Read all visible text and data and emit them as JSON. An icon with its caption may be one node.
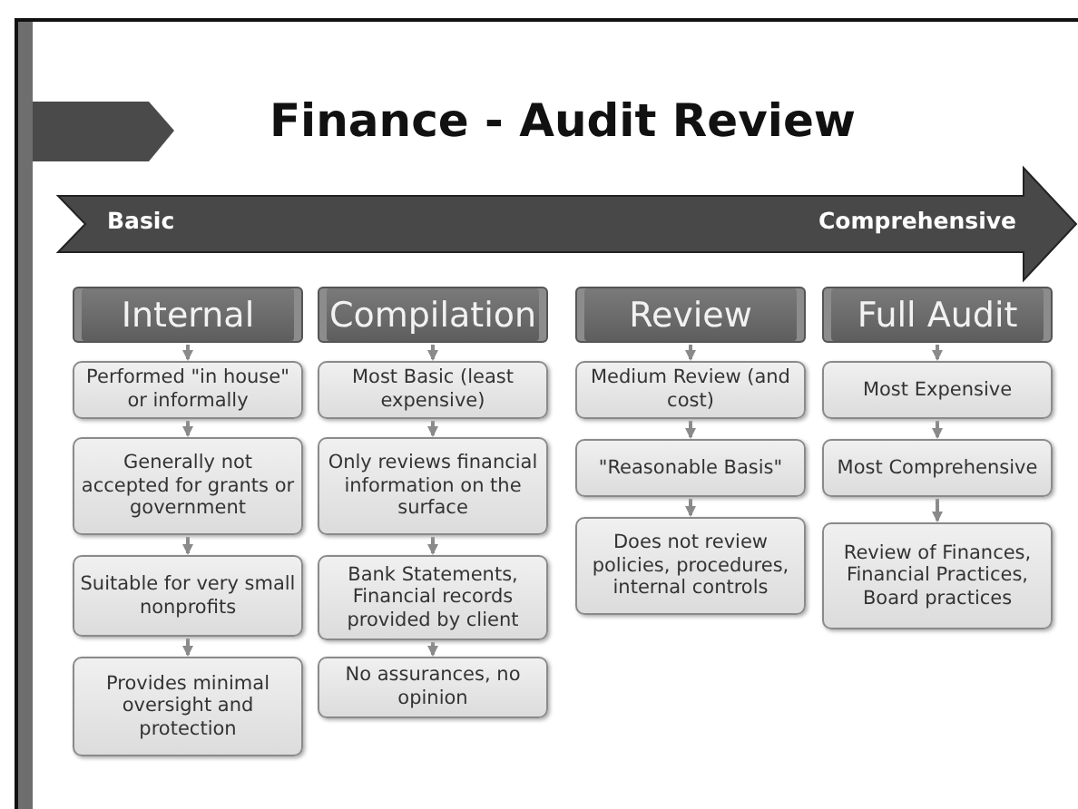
{
  "diagram": {
    "title": "Finance - Audit Review",
    "nodes": [
      {
        "text": [
          "Basic",
          "Comprehensive"
        ]
      },
      {
        "text": [
          "Internal"
        ]
      },
      {
        "text": [
          "Performed \"in house\" or informally"
        ]
      },
      {
        "text": [
          "Generally not accepted for grants or government"
        ]
      },
      {
        "text": [
          "Suitable for very small nonprofits"
        ]
      },
      {
        "text": [
          "Provides minimal oversight and protection"
        ]
      },
      {
        "text": [
          "Compilation"
        ]
      },
      {
        "text": [
          "Most Basic (least expensive)"
        ]
      },
      {
        "text": [
          "Only reviews financial information on the surface"
        ]
      },
      {
        "text": [
          "Bank Statements, Financial records provided by client"
        ]
      },
      {
        "text": [
          "No assurances, no opinion"
        ]
      },
      {
        "text": [
          "Review"
        ]
      },
      {
        "text": [
          "Medium Review (and cost)"
        ]
      },
      {
        "text": [
          "\"Reasonable Basis\""
        ]
      },
      {
        "text": [
          "Does not review policies, procedures, internal controls"
        ]
      },
      {
        "text": [
          "Full Audit"
        ]
      },
      {
        "text": [
          "Most Expensive"
        ]
      },
      {
        "text": [
          "Most Comprehensive"
        ]
      },
      {
        "text": [
          "Review of Finances, Financial Practices, Board practices"
        ]
      }
    ],
    "edges": [
      {
        "from": 1,
        "to": 2,
        "arrow": "to"
      },
      {
        "from": 2,
        "to": 3,
        "arrow": "to"
      },
      {
        "from": 3,
        "to": 4,
        "arrow": "to"
      },
      {
        "from": 4,
        "to": 5,
        "arrow": "to"
      },
      {
        "from": 6,
        "to": 7,
        "arrow": "to"
      },
      {
        "from": 7,
        "to": 8,
        "arrow": "to"
      },
      {
        "from": 8,
        "to": 9,
        "arrow": "to"
      },
      {
        "from": 9,
        "to": 10,
        "arrow": "to"
      },
      {
        "from": 11,
        "to": 12,
        "arrow": "to"
      },
      {
        "from": 12,
        "to": 13,
        "arrow": "to"
      },
      {
        "from": 13,
        "to": 14,
        "arrow": "to"
      },
      {
        "from": 15,
        "to": 16,
        "arrow": "to"
      },
      {
        "from": 16,
        "to": 17,
        "arrow": "to"
      },
      {
        "from": 17,
        "to": 18,
        "arrow": "to"
      }
    ]
  }
}
